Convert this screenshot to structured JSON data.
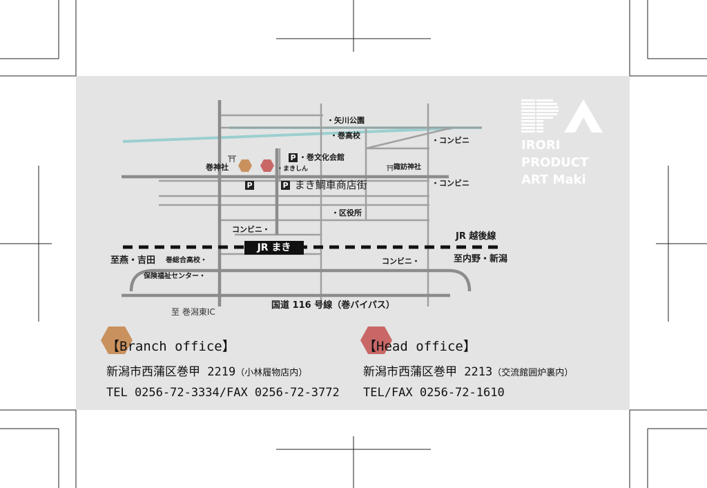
{
  "logo": {
    "monogram": "IPA",
    "lines": [
      "IRORI",
      "PRODUCT",
      "ART Maki"
    ]
  },
  "map": {
    "labels": {
      "yagawa_park": "・矢川公園",
      "maki_high": "・巻高校",
      "konbini_1": "・コンビニ",
      "maki_culture_hall": "・巻文化会館",
      "maki_shrine": "巻神社",
      "makishin": "・まきしん",
      "suwa_shrine": "諏訪神社",
      "konbini_2": "・コンビニ",
      "shopping_street": "まき鯛車商店街",
      "ward_office": "・区役所",
      "konbini_3": "コンビニ・",
      "jr_echigo_line": "JR 越後線",
      "station": "JR まき",
      "to_tsubame_yoshida": "至燕・吉田",
      "maki_sogo_high": "巻総合高校・",
      "to_uchino_niigata": "至内野・新潟",
      "konbini_4": "コンビニ・",
      "welfare_center": "保険福祉センター・",
      "to_makiniigata_ic": "至 巻潟東IC",
      "route116": "国道 116 号線（巻バイパス）",
      "parking": "P",
      "shrine_mark": "⛩"
    }
  },
  "branch": {
    "title": "【Branch office】",
    "address": "新潟市西蒲区巻甲 2219",
    "address_note": "（小林履物店内）",
    "phone": "TEL 0256-72-3334/FAX 0256-72-3772"
  },
  "head": {
    "title": "【Head office】",
    "address": "新潟市西蒲区巻甲 2213",
    "address_note": "（交流館囲炉裏内）",
    "phone": "TEL/FAX 0256-72-1610"
  },
  "colors": {
    "card_bg": "#e4e4e4",
    "river": "#9ccfcf",
    "road": "#a0a0a0",
    "road_main": "#8c8c8c",
    "branch_hex": "#c9915e",
    "head_hex": "#c96767",
    "logo": "#ffffff"
  }
}
